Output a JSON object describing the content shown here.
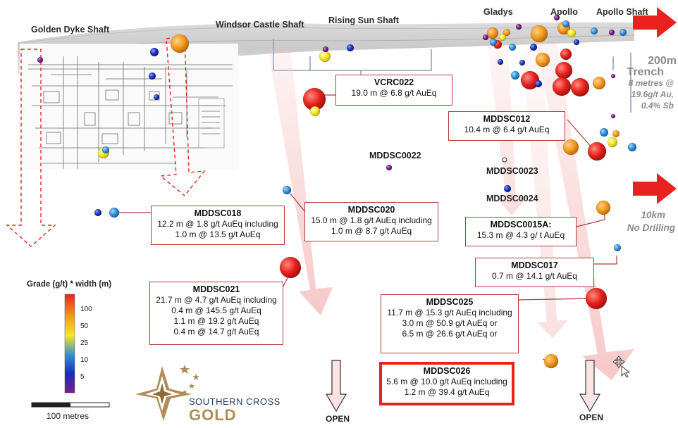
{
  "shafts": {
    "golden_dyke": "Golden Dyke Shaft",
    "windsor_castle": "Windsor Castle Shaft",
    "rising_sun": "Rising Sun Shaft",
    "gladys": "Gladys",
    "apollo": "Apollo",
    "apollo_shaft": "Apollo Shaft"
  },
  "trench": {
    "length": "200m",
    "label": "Trench",
    "result_1": "8 metres @",
    "result_2": "19.6g/t Au,",
    "result_3": "0.4% Sb"
  },
  "no_drilling": {
    "distance": "10km",
    "label": "No Drilling"
  },
  "hole_tags": {
    "mddsc0022": "MDDSC0022",
    "mddsc0023": "MDDSC0023",
    "mddsc0024": "MDDSC0024"
  },
  "boxes": {
    "vcrc022": {
      "title": "VCRC022",
      "lines": [
        "19.0 m @ 6.8 g/t AuEq"
      ]
    },
    "mddsc012": {
      "title": "MDDSC012",
      "lines": [
        "10.4 m @ 6.4 g/t AuEq"
      ]
    },
    "mddsc018": {
      "title": "MDDSC018",
      "lines": [
        "12.2 m @ 1.8 g/t AuEq including",
        "1.0 m @ 13.5 g/t AuEq"
      ]
    },
    "mddsc020": {
      "title": "MDDSC020",
      "lines": [
        "15.0 m @ 1.8 g/t AuEq including",
        "1.0 m @ 8.7 g/t AuEq"
      ]
    },
    "mddsc0015a": {
      "title": "MDDSC0015A:",
      "lines": [
        "15.3 m @ 4.3 g/ t AuEq"
      ]
    },
    "mddsc017": {
      "title": "MDDSC017",
      "lines": [
        "0.7 m @ 14.1 g/t AuEq"
      ]
    },
    "mddsc021": {
      "title": "MDDSC021",
      "lines": [
        "21.7 m @ 4.7 g/t AuEq including",
        "0.4 m @ 145.5 g/t AuEq",
        "1.1 m @ 19.2 g/t AuEq",
        "0.4 m @ 14.7 g/t AuEq"
      ]
    },
    "mddsc025": {
      "title": "MDDSC025",
      "lines": [
        "11.7 m @ 15.3 g/t AuEq including",
        "3.0 m @ 50.9 g/t AuEq or",
        "6.5 m @ 26.6 g/t AuEq or"
      ]
    },
    "mddsc026": {
      "title": "MDDSC026",
      "lines": [
        "5.6 m @ 10.0 g/t AuEq including",
        "1.2 m @ 39.4 g/t AuEq"
      ]
    }
  },
  "legend": {
    "title": "Grade (g/t) * width (m)",
    "ticks": [
      "100",
      "50",
      "25",
      "10",
      "5"
    ],
    "colors": [
      "#e8231f",
      "#f29a1d",
      "#f6e52a",
      "#2f8fd6",
      "#1a2fb8",
      "#7a1b8a"
    ]
  },
  "scale_bar": {
    "label": "100 metres"
  },
  "open_labels": {
    "left": "OPEN",
    "right": "OPEN"
  },
  "logo": {
    "word1": "SOUTHERN CROSS",
    "word2": "GOLD"
  },
  "colors": {
    "open_arrow": "#f4b6b6",
    "lead_line": "#b23b3b",
    "red_arrow": "#e8231f"
  }
}
